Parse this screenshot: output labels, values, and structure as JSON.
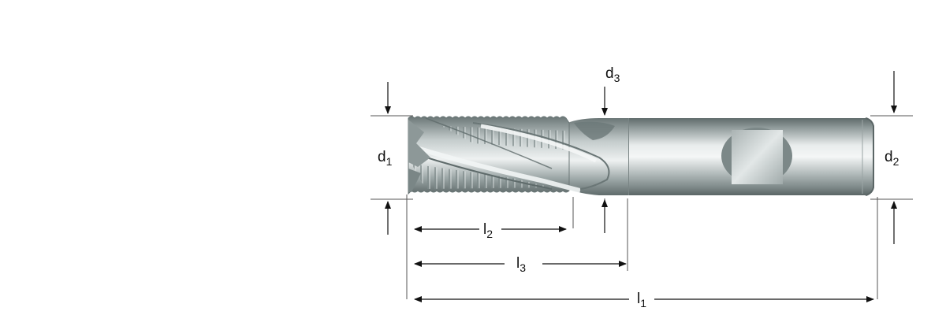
{
  "diagram": {
    "subject": "Roughing end mill with flatted shank",
    "colors": {
      "background": "#ffffff",
      "dimension_line": "#111111",
      "extension_line": "#555555",
      "steel_light": "#e6eaea",
      "steel_mid": "#a9b2b2",
      "steel_dark": "#5f6b6b"
    },
    "dimensions": {
      "d1": {
        "base": "d",
        "sub": "1"
      },
      "d2": {
        "base": "d",
        "sub": "2"
      },
      "d3": {
        "base": "d",
        "sub": "3"
      },
      "l1": {
        "base": "l",
        "sub": "1"
      },
      "l2": {
        "base": "l",
        "sub": "2"
      },
      "l3": {
        "base": "l",
        "sub": "3"
      }
    }
  }
}
